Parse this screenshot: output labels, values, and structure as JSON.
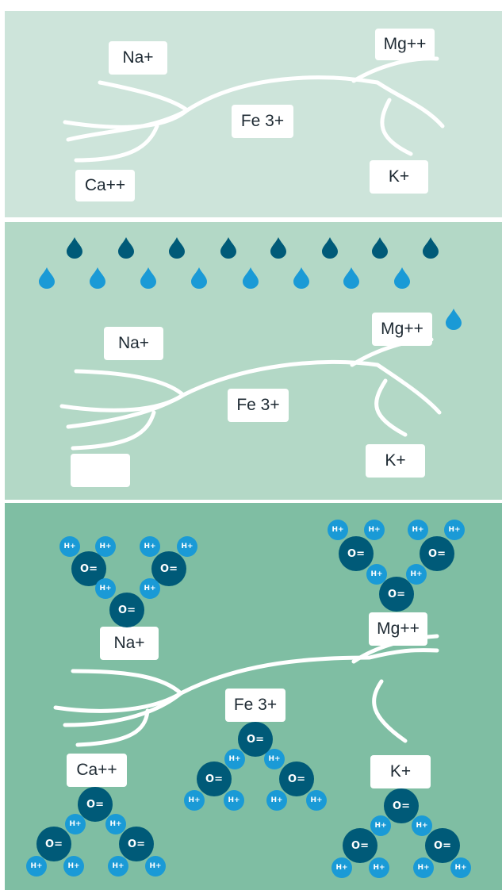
{
  "colors": {
    "panel1_bg": "#cde4da",
    "panel2_bg": "#b3d8c6",
    "panel3_bg": "#7fbea3",
    "dark_drop": "#005a78",
    "light_drop": "#1a9ad6",
    "oxygen": "#005a78",
    "hydrogen": "#1a9ad6",
    "root_line": "#ffffff"
  },
  "icons": {
    "drop": "water-drop-icon",
    "oxygen": "oxygen-atom-icon",
    "hydrogen": "hydrogen-atom-icon"
  },
  "panel1": {
    "labels": {
      "na": "Na+",
      "mg": "Mg++",
      "fe": "Fe 3+",
      "ca": "Ca++",
      "k": "K+"
    }
  },
  "panel2": {
    "labels": {
      "na": "Na+",
      "mg": "Mg++",
      "fe": "Fe 3+",
      "ca": "",
      "k": "K+"
    }
  },
  "panel3": {
    "labels": {
      "na": "Na+",
      "mg": "Mg++",
      "fe": "Fe 3+",
      "ca": "Ca++",
      "k": "K+"
    },
    "oxygen_symbol": "O=",
    "hydrogen_symbol": "H+"
  }
}
